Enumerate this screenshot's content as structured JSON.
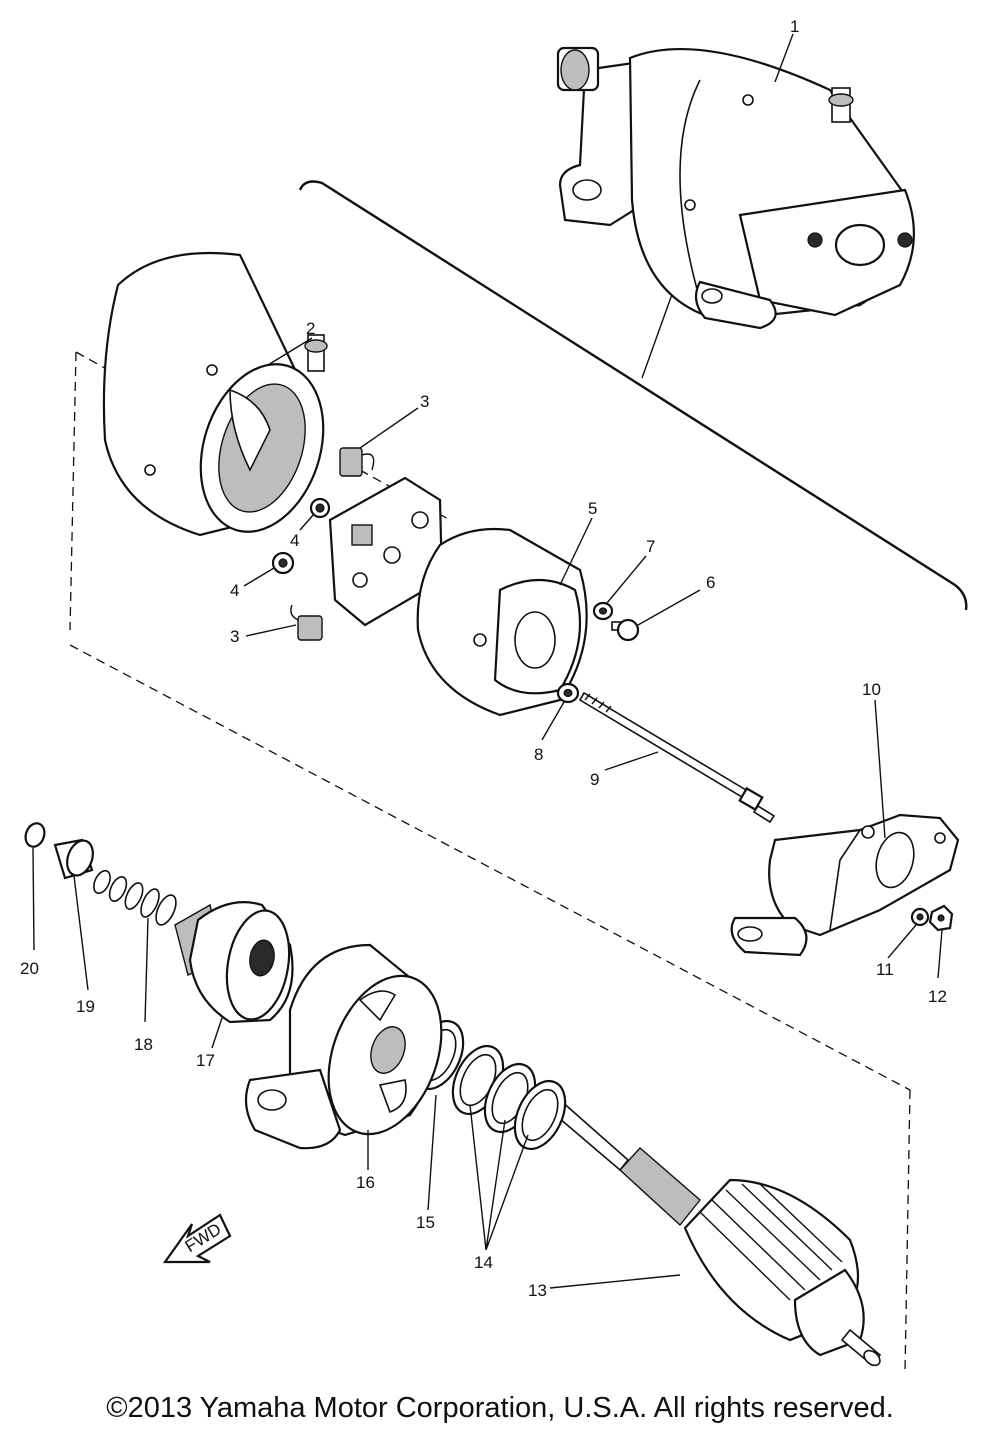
{
  "callouts": [
    "1",
    "2",
    "3",
    "4",
    "5",
    "6",
    "7",
    "8",
    "9",
    "10",
    "11",
    "12",
    "13",
    "14",
    "15",
    "16",
    "17",
    "18",
    "19",
    "20"
  ],
  "labels": {
    "n1": "1",
    "n2": "2",
    "n3a": "3",
    "n3b": "3",
    "n4a": "4",
    "n4b": "4",
    "n5": "5",
    "n6": "6",
    "n7": "7",
    "n8": "8",
    "n9": "9",
    "n10": "10",
    "n11": "11",
    "n12": "12",
    "n13": "13",
    "n14": "14",
    "n15": "15",
    "n16": "16",
    "n17": "17",
    "n18": "18",
    "n19": "19",
    "n20": "20"
  },
  "fwd_label": "FWD",
  "copyright": "©2013 Yamaha Motor Corporation, U.S.A. All rights reserved."
}
